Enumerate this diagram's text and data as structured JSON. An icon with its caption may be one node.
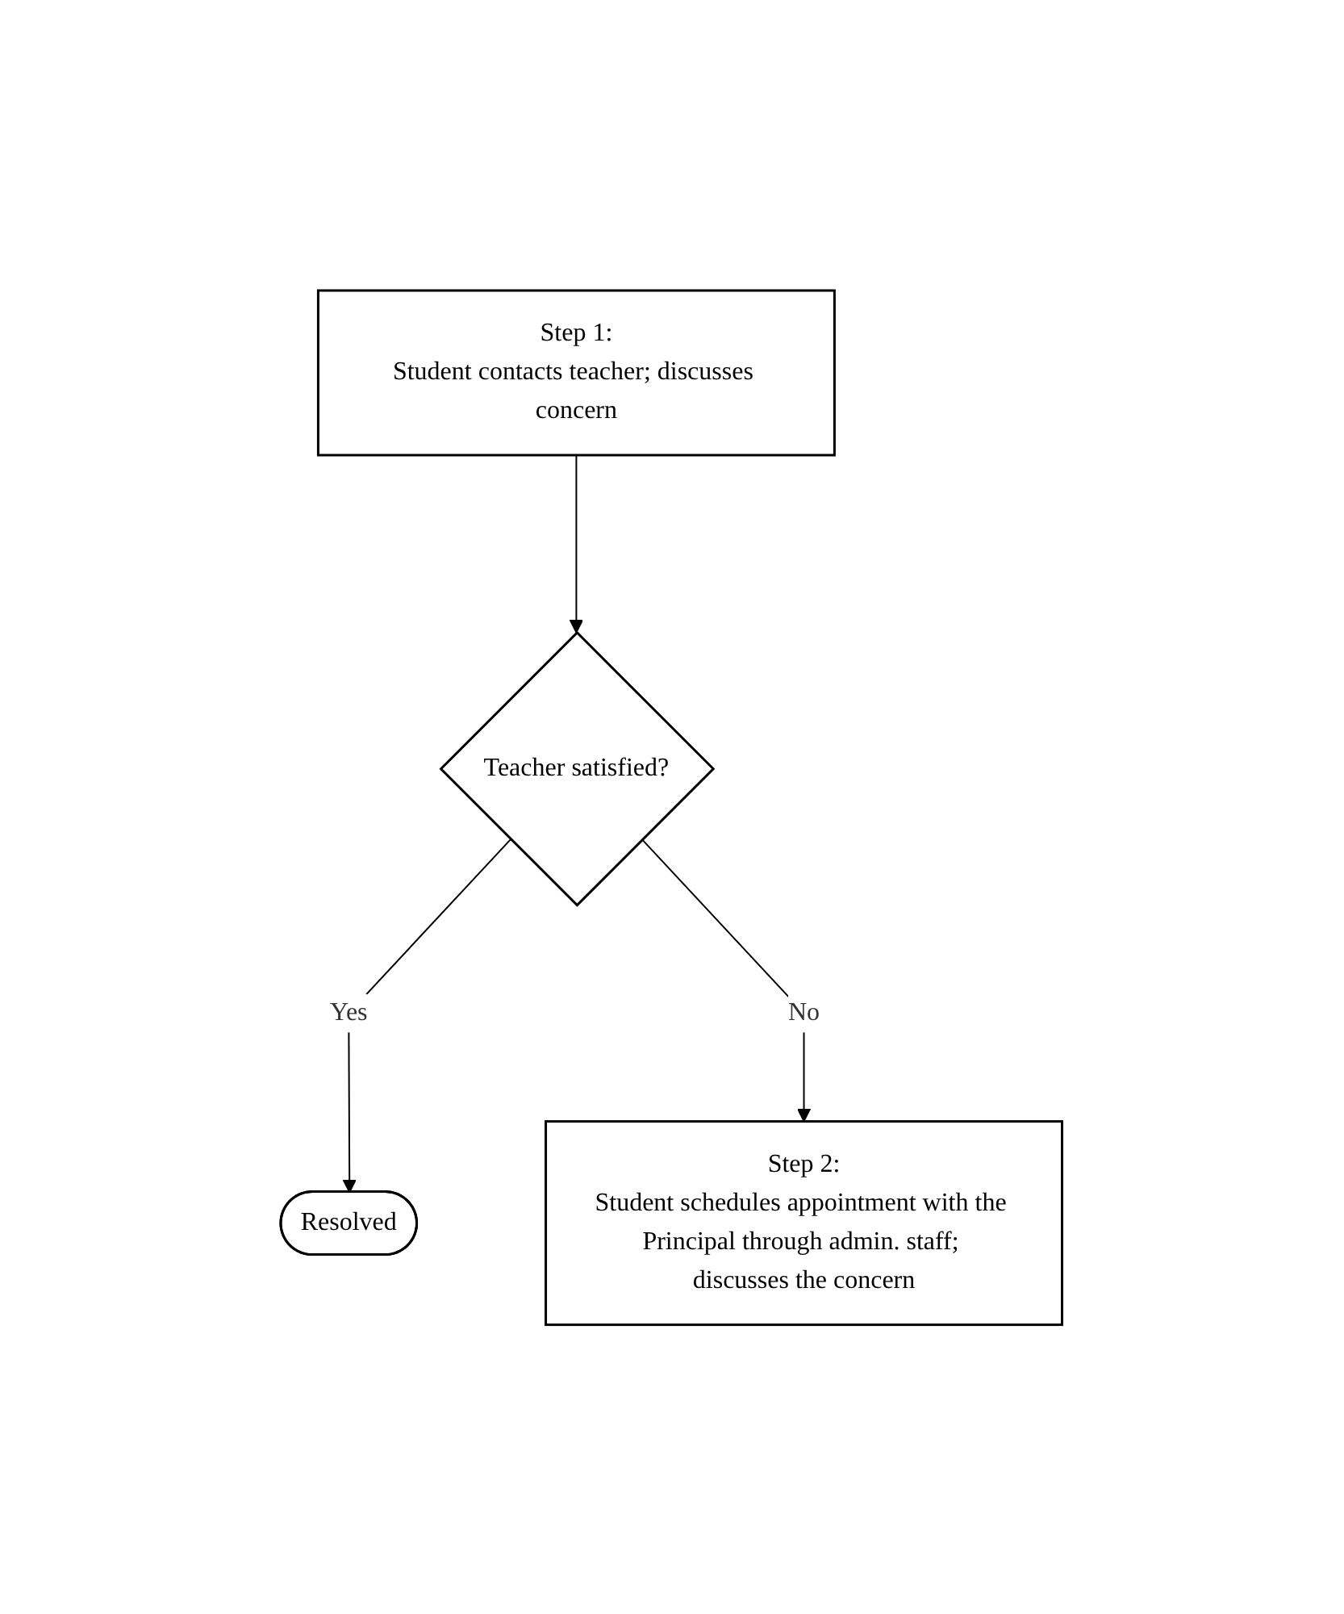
{
  "diagram": {
    "nodes": [
      {
        "text": [
          "Step 1:",
          "Student contacts teacher; discusses concern"
        ]
      },
      {
        "text": [
          "Teacher satisfied?"
        ]
      },
      {
        "text": [
          "Resolved"
        ]
      },
      {
        "text": [
          "Step 2:",
          "Student schedules appointment with the Principal through admin. staff; discusses the concern"
        ]
      }
    ],
    "edges": [
      {
        "from": 0,
        "to": 1,
        "arrow": "to"
      },
      {
        "from": 1,
        "to": 2,
        "arrow": "to",
        "label": "Yes"
      },
      {
        "from": 1,
        "to": 3,
        "arrow": "to",
        "label": "No"
      }
    ]
  }
}
